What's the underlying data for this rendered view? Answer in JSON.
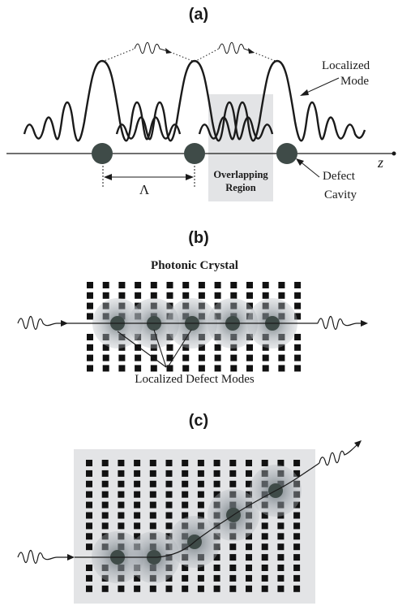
{
  "panels": {
    "a": {
      "label": "(a)",
      "localized_mode_line1": "Localized",
      "localized_mode_line2": "Mode",
      "overlap_line1": "Overlapping",
      "overlap_line2": "Region",
      "defect_line1": "Defect",
      "defect_line2": "Cavity",
      "period_symbol": "Λ",
      "axis_label": "z"
    },
    "b": {
      "label": "(b)",
      "title": "Photonic Crystal",
      "caption": "Localized Defect Modes"
    },
    "c": {
      "label": "(c)"
    }
  },
  "colors": {
    "ink": "#1a1a1a",
    "cavity": "#3f4b48",
    "overlap_shade": "#e3e4e6",
    "halo": "#8f979e",
    "lattice": "#111111"
  }
}
